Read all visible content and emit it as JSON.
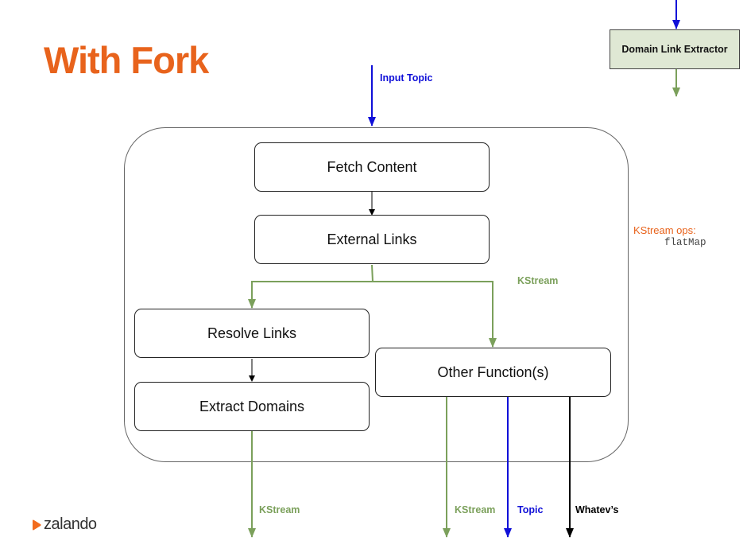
{
  "title": "With Fork",
  "colors": {
    "title": "#e8631c",
    "kstream": "#7ba05b",
    "topic": "#1010d8",
    "whatev": "#000000",
    "ops_title": "#e8631c",
    "domain_box_bg": "#dfe8d4"
  },
  "nodes": {
    "fetch_content": "Fetch Content",
    "external_links": "External Links",
    "resolve_links": "Resolve Links",
    "extract_domains": "Extract Domains",
    "other_functions": "Other Function(s)",
    "domain_link_extractor": "Domain Link Extractor"
  },
  "labels": {
    "input_topic": "Input Topic",
    "kstream_fork": "KStream",
    "kstream_extract": "KStream",
    "kstream_other": "KStream",
    "topic": "Topic",
    "whatevs": "Whatev’s"
  },
  "kstream_ops": {
    "title": "KStream ops:",
    "value": "flatMap"
  },
  "logo": {
    "text": "zalando",
    "icon": "zalando-play-icon"
  }
}
